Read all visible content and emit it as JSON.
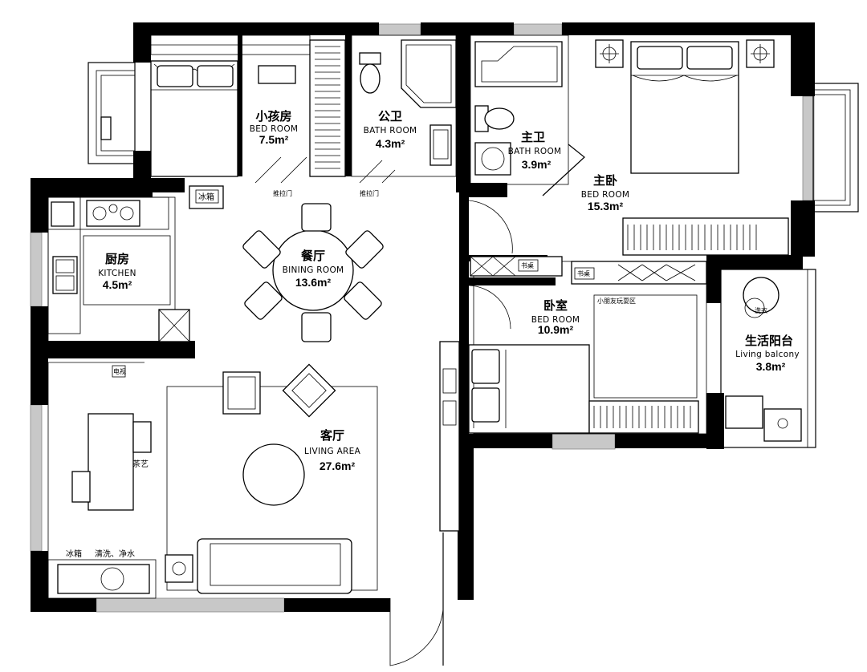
{
  "rooms": {
    "child_bedroom": {
      "cn": "小孩房",
      "en": "BED ROOM",
      "area": "7.5m²"
    },
    "public_bath": {
      "cn": "公卫",
      "en": "BATH ROOM",
      "area": "4.3m²"
    },
    "master_bath": {
      "cn": "主卫",
      "en": "BATH ROOM",
      "area": "3.9m²"
    },
    "master_bedroom": {
      "cn": "主卧",
      "en": "BED ROOM",
      "area": "15.3m²"
    },
    "kitchen": {
      "cn": "厨房",
      "en": "KITCHEN",
      "area": "4.5m²"
    },
    "dining": {
      "cn": "餐厅",
      "en": "BINING ROOM",
      "area": "13.6m²"
    },
    "bedroom": {
      "cn": "卧室",
      "en": "BED ROOM",
      "area": "10.9m²"
    },
    "balcony": {
      "cn": "生活阳台",
      "en": "Living balcony",
      "area": "3.8m²"
    },
    "living": {
      "cn": "客厅",
      "en": "LIVING AREA",
      "area": "27.6m²"
    }
  },
  "labels": {
    "fridge_kitchen": "冰箱",
    "door_left": "推拉门",
    "door_right": "推拉门",
    "desk_master": "书桌",
    "desk_bedroom": "书桌",
    "play_area": "小朋友玩耍区",
    "washer": "洗衣",
    "tv": "电视",
    "tea": "茶艺",
    "fridge_living": "冰箱",
    "wash_water": "清洗、净水"
  },
  "colors": {
    "wall": "#000000",
    "window": "#c8c8c8",
    "background": "#ffffff"
  }
}
